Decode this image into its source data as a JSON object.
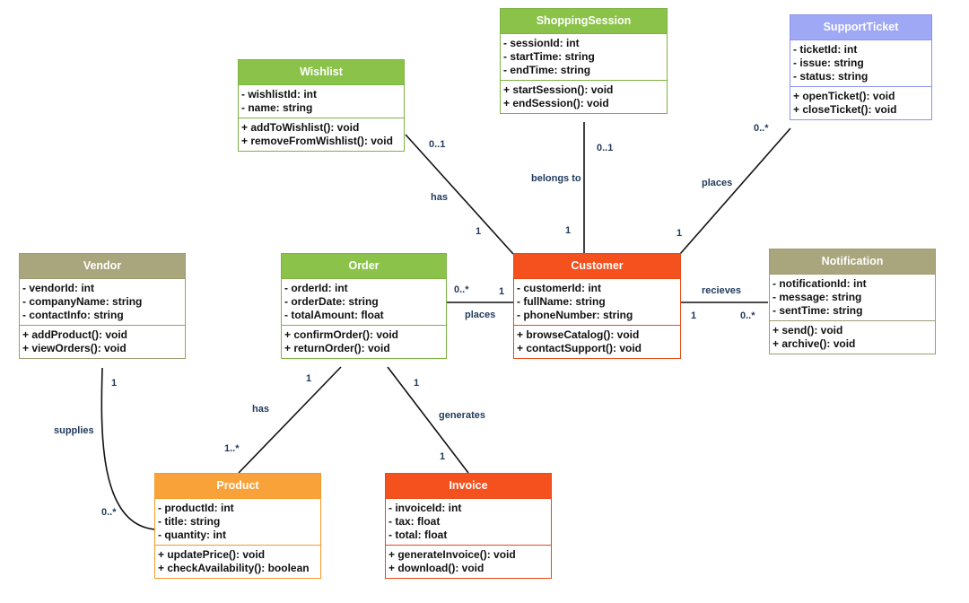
{
  "classes": {
    "wishlist": {
      "name": "Wishlist",
      "colors": {
        "header": "#8bc34a",
        "border": "#7cb342"
      },
      "attributes": [
        "- wishlistId: int",
        "- name: string"
      ],
      "methods": [
        "+ addToWishlist(): void",
        "+ removeFromWishlist(): void"
      ]
    },
    "shoppingSession": {
      "name": "ShoppingSession",
      "colors": {
        "header": "#8bc34a",
        "border": "#7cb342"
      },
      "attributes": [
        "- sessionId: int",
        "- startTime: string",
        "- endTime: string"
      ],
      "methods": [
        "+ startSession(): void",
        "+ endSession(): void"
      ]
    },
    "supportTicket": {
      "name": "SupportTicket",
      "colors": {
        "header": "#9fa8f5",
        "border": "#8c94ec"
      },
      "attributes": [
        "- ticketId: int",
        "- issue: string",
        "- status: string"
      ],
      "methods": [
        "+ openTicket(): void",
        "+ closeTicket(): void"
      ]
    },
    "vendor": {
      "name": "Vendor",
      "colors": {
        "header": "#a9a57d",
        "border": "#9e9a72"
      },
      "attributes": [
        "- vendorId: int",
        "- companyName: string",
        "- contactInfo: string"
      ],
      "methods": [
        "+ addProduct(): void",
        "+ viewOrders(): void"
      ]
    },
    "order": {
      "name": "Order",
      "colors": {
        "header": "#8bc34a",
        "border": "#7cb342"
      },
      "attributes": [
        "- orderId: int",
        "- orderDate: string",
        "- totalAmount: float"
      ],
      "methods": [
        "+ confirmOrder(): void",
        "+ returnOrder(): void"
      ]
    },
    "customer": {
      "name": "Customer",
      "colors": {
        "header": "#f4511e",
        "border": "#e64a19"
      },
      "attributes": [
        "- customerId: int",
        "- fullName: string",
        "- phoneNumber: string"
      ],
      "methods": [
        "+ browseCatalog(): void",
        "+ contactSupport(): void"
      ]
    },
    "notification": {
      "name": "Notification",
      "colors": {
        "header": "#a9a57d",
        "border": "#9e9a72"
      },
      "attributes": [
        "- notificationId: int",
        "- message: string",
        "- sentTime: string"
      ],
      "methods": [
        "+ send(): void",
        "+ archive(): void"
      ]
    },
    "product": {
      "name": "Product",
      "colors": {
        "header": "#f9a23a",
        "border": "#f39a2c"
      },
      "attributes": [
        "- productId: int",
        "- title: string",
        "- quantity: int"
      ],
      "methods": [
        "+ updatePrice(): void",
        "+ checkAvailability(): boolean"
      ]
    },
    "invoice": {
      "name": "Invoice",
      "colors": {
        "header": "#f4511e",
        "border": "#e64a19"
      },
      "attributes": [
        "- invoiceId: int",
        "- tax: float",
        "- total: float"
      ],
      "methods": [
        "+ generateInvoice(): void",
        "+ download(): void"
      ]
    }
  },
  "associations": [
    {
      "id": "wishlist-customer",
      "from": "wishlist",
      "to": "customer",
      "label": "has",
      "from_mult": "0..1",
      "to_mult": "1"
    },
    {
      "id": "session-customer",
      "from": "shoppingSession",
      "to": "customer",
      "label": "belongs to",
      "from_mult": "0..1",
      "to_mult": "1"
    },
    {
      "id": "ticket-customer",
      "from": "supportTicket",
      "to": "customer",
      "label": "places",
      "from_mult": "0..*",
      "to_mult": "1"
    },
    {
      "id": "order-customer",
      "from": "order",
      "to": "customer",
      "label": "places",
      "from_mult": "0..*",
      "to_mult": "1"
    },
    {
      "id": "customer-notification",
      "from": "customer",
      "to": "notification",
      "label": "recieves",
      "from_mult": "1",
      "to_mult": "0..*"
    },
    {
      "id": "order-product",
      "from": "order",
      "to": "product",
      "label": "has",
      "from_mult": "1",
      "to_mult": "1..*"
    },
    {
      "id": "order-invoice",
      "from": "order",
      "to": "invoice",
      "label": "generates",
      "from_mult": "1",
      "to_mult": "1"
    },
    {
      "id": "vendor-product",
      "from": "vendor",
      "to": "product",
      "label": "supplies",
      "from_mult": "1",
      "to_mult": "0..*"
    }
  ]
}
